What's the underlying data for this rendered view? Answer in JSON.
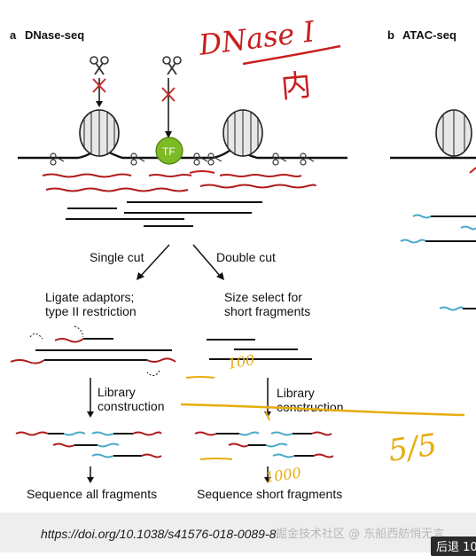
{
  "slide": {
    "panel_a": {
      "letter": "a",
      "title": "DNase-seq"
    },
    "panel_b": {
      "letter": "b",
      "title": "ATAC-seq"
    },
    "tf_label": "TF",
    "single_cut": "Single cut",
    "double_cut": "Double cut",
    "ligate_line1": "Ligate adaptors;",
    "ligate_line2": "type II restriction",
    "size_line1": "Size select for",
    "size_line2": "short fragments",
    "library_left_line1": "Library",
    "library_left_line2": "construction",
    "library_right_line1": "Library",
    "library_right_line2": "construction",
    "seq_all": "Sequence all fragments",
    "seq_short": "Sequence short fragments"
  },
  "annotations": {
    "handwritten_title": "DNase I",
    "handwritten_char": "内",
    "mark_100": "100",
    "mark_1000": "1000",
    "mark_right": "5/5"
  },
  "colors": {
    "red": "#b01c1c",
    "blue": "#4aa9c8",
    "tf_green": "#7cbb24",
    "ink_red": "#c81e1e",
    "ink_yellow": "#e6ad0c"
  },
  "footer": {
    "doi": "https://doi.org/10.1038/s41576-018-0089-8.",
    "watermark": "掘金技术社区 @ 东船西舫悄无言",
    "back_button": "后退 10"
  }
}
